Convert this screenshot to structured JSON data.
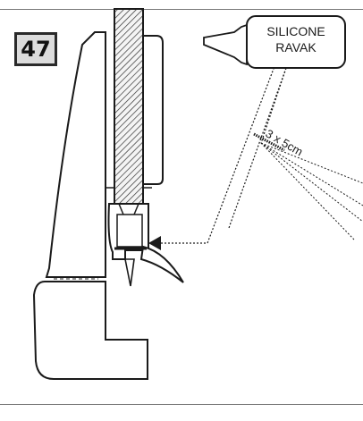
{
  "step_number": "47",
  "silicone": {
    "line1": "SILICONE",
    "line2": "RAVAK"
  },
  "measurement": "3 x 5cm",
  "colors": {
    "ink": "#1a1a1a",
    "glass_fill": "#f4f4f4",
    "step_bg": "#dcdcdc"
  }
}
